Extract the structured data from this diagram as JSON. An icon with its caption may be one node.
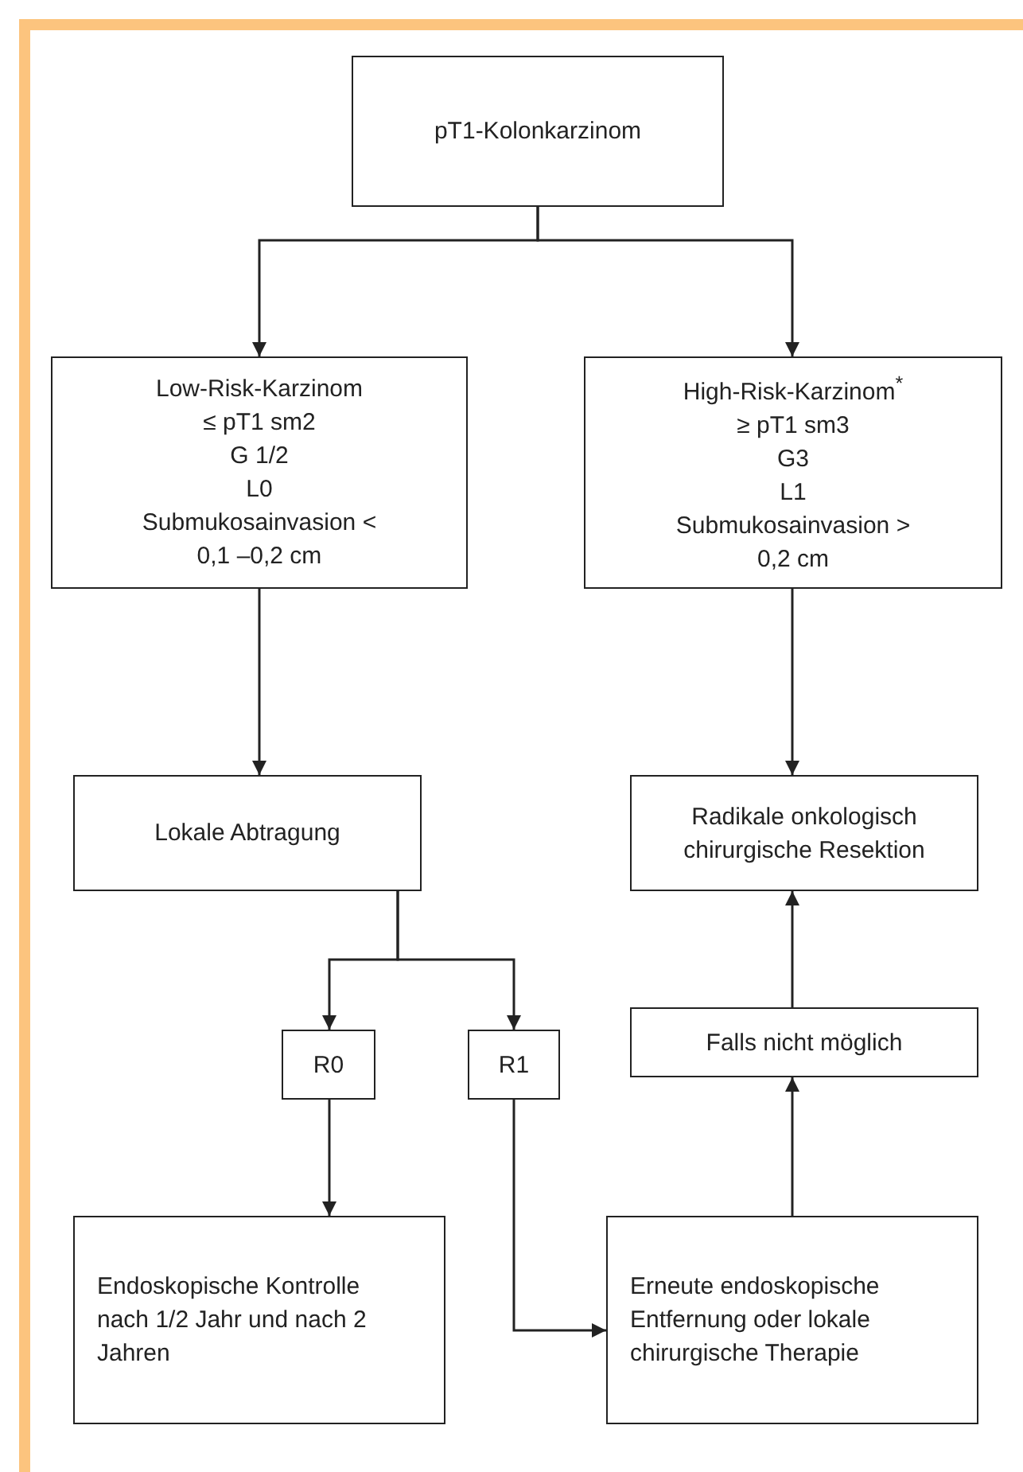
{
  "diagram": {
    "nodes": [
      {
        "text": [
          "pT1-Kolonkarzinom"
        ]
      },
      {
        "text": [
          "Low-Risk-Karzinom",
          "≤ pT1 sm2",
          "G 1/2",
          "L0",
          "Submukosainvasion < 0,1 –0,2 cm"
        ]
      },
      {
        "text": [
          "High-Risk-Karzinom$^{*}$",
          "≥ pT1 sm3",
          "G3",
          "L1",
          "Submukosainvasion > 0,2 cm"
        ]
      },
      {
        "text": [
          "Lokale Abtragung"
        ]
      },
      {
        "text": [
          "Radikale onkologisch chirurgische Resektion"
        ]
      },
      {
        "text": [
          "R0"
        ]
      },
      {
        "text": [
          "R1"
        ]
      },
      {
        "text": [
          "Falls nicht möglich"
        ]
      },
      {
        "text": [
          "Endoskopische Kontrolle nach 1/2 Jahr und nach 2 Jahren"
        ]
      },
      {
        "text": [
          "Erneute endoskopische Entfernung oder lokale chirurgische Therapie"
        ]
      }
    ],
    "edges": [
      {
        "from": 0,
        "to": 1,
        "arrow": "to"
      },
      {
        "from": 0,
        "to": 2,
        "arrow": "to"
      },
      {
        "from": 1,
        "to": 3,
        "arrow": "to"
      },
      {
        "from": 2,
        "to": 4,
        "arrow": "to"
      },
      {
        "from": 3,
        "to": 5,
        "arrow": "to"
      },
      {
        "from": 3,
        "to": 6,
        "arrow": "to"
      },
      {
        "from": 5,
        "to": 8,
        "arrow": "to"
      },
      {
        "from": 6,
        "to": 9,
        "arrow": "to"
      },
      {
        "from": 9,
        "to": 7,
        "arrow": "to"
      },
      {
        "from": 7,
        "to": 4,
        "arrow": "to"
      }
    ]
  }
}
